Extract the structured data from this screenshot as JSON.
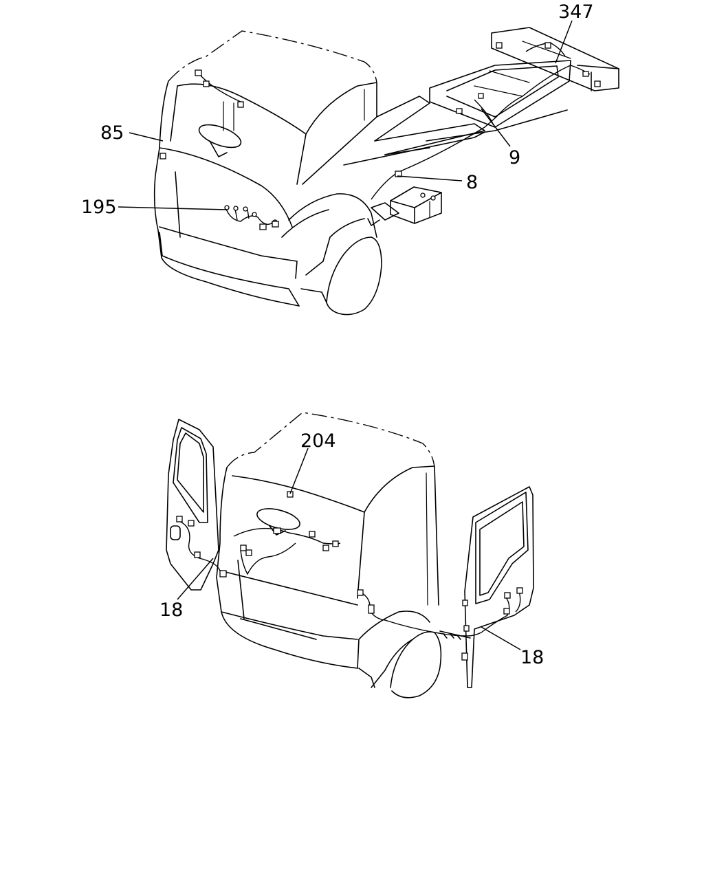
{
  "callouts": {
    "c347": "347",
    "c85": "85",
    "c9": "9",
    "c8": "8",
    "c195": "195",
    "c204": "204",
    "c18_left": "18",
    "c18_right": "18"
  }
}
